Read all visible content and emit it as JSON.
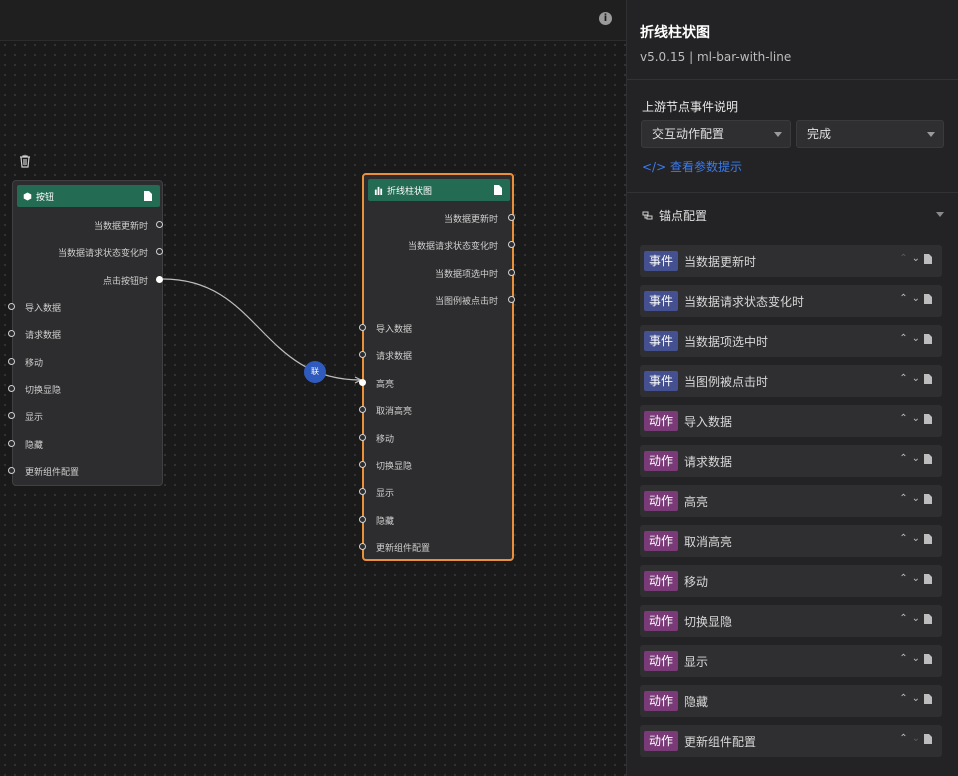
{
  "canvas": {
    "info_icon": "info-icon",
    "trash_icon": "trash-icon",
    "edge_badge": "联"
  },
  "node_button": {
    "title": "按钮",
    "outputs": [
      "当数据更新时",
      "当数据请求状态变化时",
      "点击按钮时"
    ],
    "inputs": [
      "导入数据",
      "请求数据",
      "移动",
      "切换显隐",
      "显示",
      "隐藏",
      "更新组件配置"
    ]
  },
  "node_chart": {
    "title": "折线柱状图",
    "outputs": [
      "当数据更新时",
      "当数据请求状态变化时",
      "当数据项选中时",
      "当图例被点击时"
    ],
    "inputs": [
      "导入数据",
      "请求数据",
      "高亮",
      "取消高亮",
      "移动",
      "切换显隐",
      "显示",
      "隐藏",
      "更新组件配置"
    ]
  },
  "panel": {
    "title": "折线柱状图",
    "subtitle": "v5.0.15 | ml-bar-with-line",
    "upstream_title": "上游节点事件说明",
    "select_left": "交互动作配置",
    "select_right": "完成",
    "link_label": "查看参数提示",
    "anchor_title": "锚点配置",
    "items": [
      {
        "tag": "事件",
        "kind": "event",
        "label": "当数据更新时"
      },
      {
        "tag": "事件",
        "kind": "event",
        "label": "当数据请求状态变化时"
      },
      {
        "tag": "事件",
        "kind": "event",
        "label": "当数据项选中时"
      },
      {
        "tag": "事件",
        "kind": "event",
        "label": "当图例被点击时"
      },
      {
        "tag": "动作",
        "kind": "action",
        "label": "导入数据"
      },
      {
        "tag": "动作",
        "kind": "action",
        "label": "请求数据"
      },
      {
        "tag": "动作",
        "kind": "action",
        "label": "高亮"
      },
      {
        "tag": "动作",
        "kind": "action",
        "label": "取消高亮"
      },
      {
        "tag": "动作",
        "kind": "action",
        "label": "移动"
      },
      {
        "tag": "动作",
        "kind": "action",
        "label": "切换显隐"
      },
      {
        "tag": "动作",
        "kind": "action",
        "label": "显示"
      },
      {
        "tag": "动作",
        "kind": "action",
        "label": "隐藏"
      },
      {
        "tag": "动作",
        "kind": "action",
        "label": "更新组件配置"
      }
    ]
  }
}
